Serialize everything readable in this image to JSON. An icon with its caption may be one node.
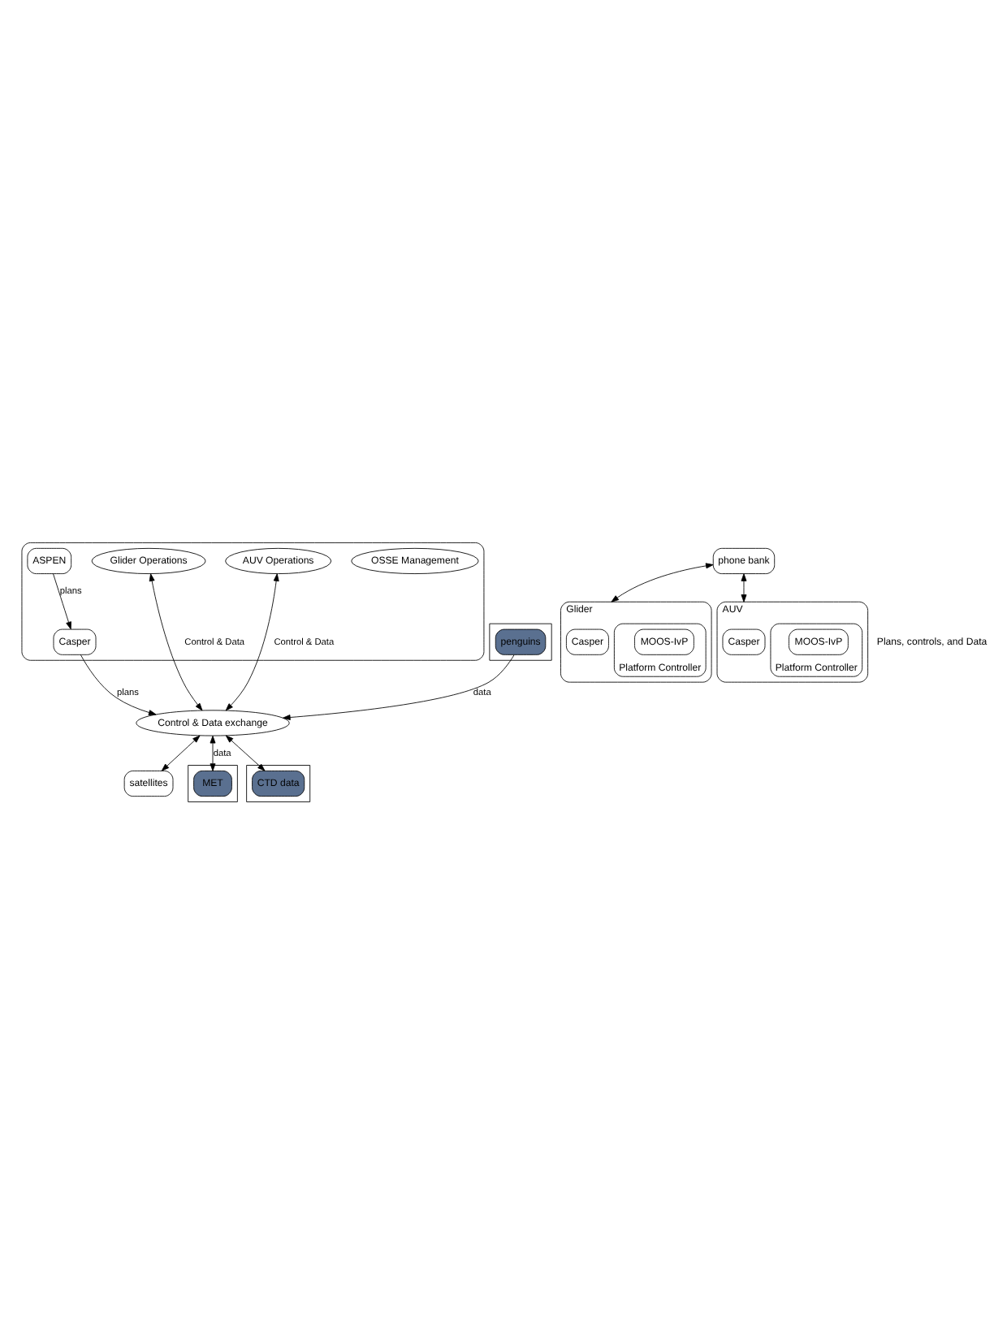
{
  "diagram": {
    "nodes": [
      {
        "text": [],
        "shape": "ellipse"
      },
      {
        "text": [
          "OSSE Management"
        ],
        "in": 0
      },
      {
        "text": [
          "ASPEN"
        ],
        "in": 0
      },
      {
        "text": [
          "Glider Operations"
        ],
        "in": 0
      },
      {
        "text": [
          "AUV Operations"
        ],
        "in": 0
      },
      {
        "text": [
          "Casper"
        ],
        "in": 0
      },
      {
        "text": [
          "Control & Data exchange"
        ]
      },
      {
        "text": [
          "phone bank"
        ]
      },
      {
        "text": [],
        "shape": "box"
      },
      {
        "text": [
          "penguins"
        ],
        "in": 8
      },
      {
        "text": [
          "satellites"
        ]
      },
      {
        "text": [],
        "shape": "box"
      },
      {
        "text": [
          "MET"
        ],
        "in": 11
      },
      {
        "text": [],
        "shape": "box"
      },
      {
        "text": [
          "CTD data"
        ],
        "in": 13
      },
      {
        "text": [
          "Glider"
        ]
      },
      {
        "text": [
          "Casper"
        ],
        "in": 15
      },
      {
        "text": [
          "Platform Controller"
        ],
        "in": 15
      },
      {
        "text": [
          "MOOS-IvP"
        ],
        "in": 17
      },
      {
        "text": [
          "AUV"
        ]
      },
      {
        "text": [
          "Casper"
        ],
        "in": 19
      },
      {
        "text": [
          "Platform Controller"
        ],
        "in": 19
      },
      {
        "text": [
          "MOOS-IvP"
        ],
        "in": 21
      }
    ],
    "edges": [
      {
        "from": 2,
        "to": 5,
        "arrow": "to",
        "label": "plans"
      },
      {
        "from": 5,
        "to": 6,
        "arrow": "to",
        "label": "plans"
      },
      {
        "from": 3,
        "to": 6,
        "arrow": "both",
        "label": "Control & Data"
      },
      {
        "from": 4,
        "to": 6,
        "arrow": "both",
        "label": "Control & Data"
      },
      {
        "from": 9,
        "to": 6,
        "arrow": "to",
        "label": "data"
      },
      {
        "from": 6,
        "to": 10,
        "arrow": "both"
      },
      {
        "from": 6,
        "to": 12,
        "arrow": "both",
        "label": "data"
      },
      {
        "from": 6,
        "to": 14,
        "arrow": "both"
      },
      {
        "from": 7,
        "to": 15,
        "arrow": "both"
      },
      {
        "from": 7,
        "to": 19,
        "arrow": "both"
      }
    ],
    "labels": [
      "Plans, controls, and Data"
    ]
  }
}
